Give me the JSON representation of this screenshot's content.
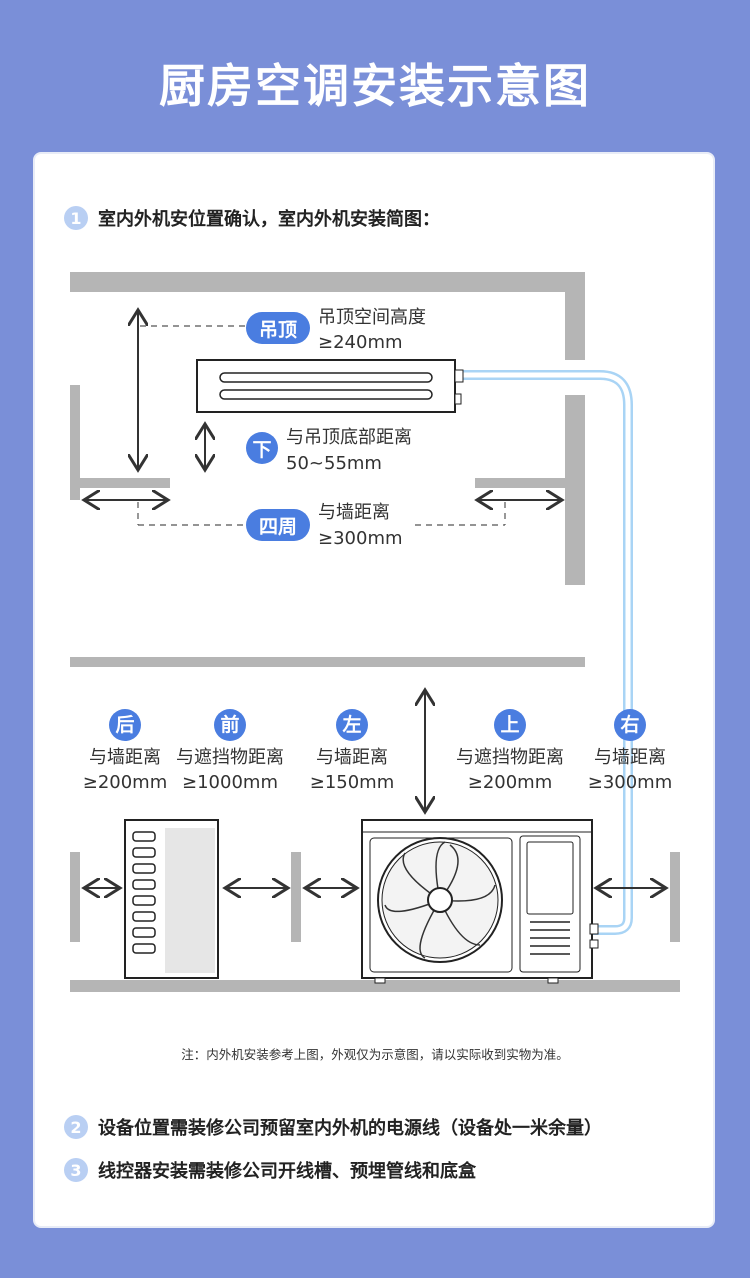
{
  "title": "厨房空调安装示意图",
  "steps": [
    {
      "num": "1",
      "text": "室内外机安位置确认，室内外机安装简图："
    },
    {
      "num": "2",
      "text": "设备位置需装修公司预留室内外机的电源线（设备处一米余量）"
    },
    {
      "num": "3",
      "text": "线控器安装需装修公司开线槽、预埋管线和底盒"
    }
  ],
  "indoor": {
    "ceiling": {
      "badge": "吊顶",
      "label": "吊顶空间高度",
      "value": "≥240mm"
    },
    "bottom": {
      "badge": "下",
      "label": "与吊顶底部距离",
      "value": "50~55mm"
    },
    "around": {
      "badge": "四周",
      "label": "与墙距离",
      "value": "≥300mm"
    }
  },
  "outdoor": [
    {
      "badge": "后",
      "label": "与墙距离",
      "value": "≥200mm"
    },
    {
      "badge": "前",
      "label": "与遮挡物距离",
      "value": "≥1000mm"
    },
    {
      "badge": "左",
      "label": "与墙距离",
      "value": "≥150mm"
    },
    {
      "badge": "上",
      "label": "与遮挡物距离",
      "value": "≥200mm"
    },
    {
      "badge": "右",
      "label": "与墙距离",
      "value": "≥300mm"
    }
  ],
  "note": "注：内外机安装参考上图，外观仅为示意图，请以实际收到实物为准。",
  "colors": {
    "background": "#7a8fd8",
    "badge": "#4a7de0",
    "pipe": "#a9d4f5",
    "wall": "#b5b5b5"
  }
}
